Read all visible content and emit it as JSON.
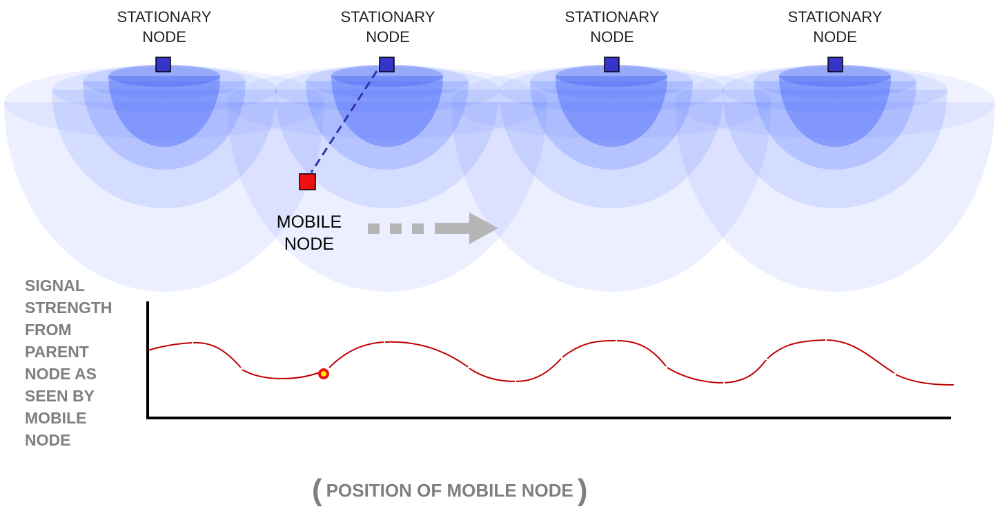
{
  "stationary_nodes": [
    {
      "line1": "STATIONARY",
      "line2": "NODE"
    },
    {
      "line1": "STATIONARY",
      "line2": "NODE"
    },
    {
      "line1": "STATIONARY",
      "line2": "NODE"
    },
    {
      "line1": "STATIONARY",
      "line2": "NODE"
    }
  ],
  "mobile_node": {
    "line1": "MOBILE",
    "line2": "NODE"
  },
  "y_axis_label": [
    "SIGNAL",
    "STRENGTH",
    "FROM",
    "PARENT",
    "NODE AS",
    "SEEN BY",
    "MOBILE",
    "NODE"
  ],
  "x_axis_label": {
    "open": "(",
    "text": "POSITION OF MOBILE NODE",
    "close": ")"
  },
  "colors": {
    "stationary_node": "#3535cc",
    "mobile_node": "#ee1111",
    "coverage": "#5a7cff",
    "link_line": "#3333aa",
    "signal_curve": "#c00000",
    "arrow": "#b5b5b5",
    "axis": "#000000",
    "axis_label": "#7f7f7f"
  }
}
